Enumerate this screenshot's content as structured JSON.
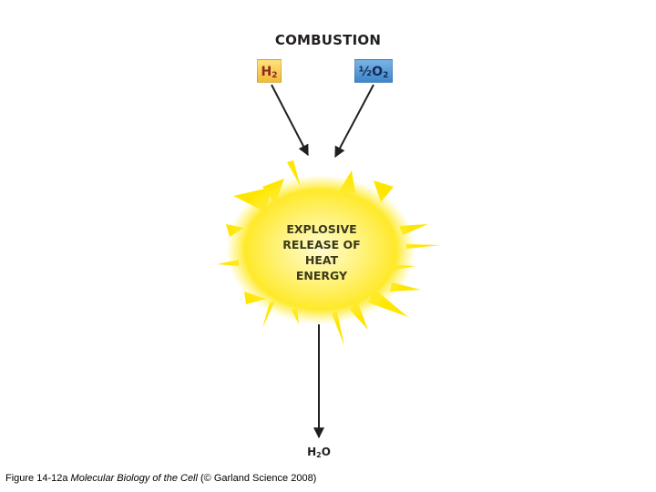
{
  "diagram": {
    "title": "COMBUSTION",
    "reactant_1": {
      "base": "H",
      "sub": "2"
    },
    "reactant_2": {
      "coef": "½O",
      "sub": "2"
    },
    "burst_lines": [
      "EXPLOSIVE",
      "RELEASE OF",
      "HEAT",
      "ENERGY"
    ],
    "product": {
      "base": "H",
      "sub": "2",
      "tail": "O"
    }
  },
  "caption": {
    "figure": "Figure 14-12a ",
    "book": "Molecular Biology of the Cell",
    "credit": " (© Garland Science 2008)"
  },
  "colors": {
    "burst_core": "#fff170",
    "burst_edge": "#ffe600",
    "ray": "#ffe600",
    "h2_box": "#f5c242",
    "o2_box": "#4a90d9",
    "arrow": "#231f20"
  }
}
